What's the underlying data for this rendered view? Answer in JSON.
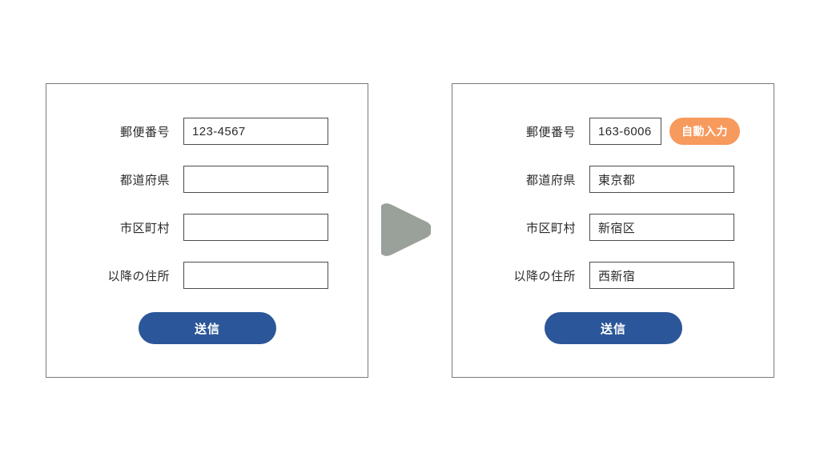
{
  "panels": [
    {
      "name": "before",
      "fields": [
        {
          "label": "郵便番号",
          "value": "123-4567"
        },
        {
          "label": "都道府県",
          "value": ""
        },
        {
          "label": "市区町村",
          "value": ""
        },
        {
          "label": "以降の住所",
          "value": ""
        }
      ],
      "submit_label": "送信",
      "badge": null
    },
    {
      "name": "after",
      "fields": [
        {
          "label": "郵便番号",
          "value": "163-6006"
        },
        {
          "label": "都道府県",
          "value": "東京都"
        },
        {
          "label": "市区町村",
          "value": "新宿区"
        },
        {
          "label": "以降の住所",
          "value": "西新宿"
        }
      ],
      "submit_label": "送信",
      "badge": "自動入力"
    }
  ],
  "arrow": {
    "icon": "play-triangle-right-icon",
    "color": "#9aa09a"
  },
  "colors": {
    "submit_button": "#2b5699",
    "badge": "#f79a5d",
    "panel_border": "#7a7a7a",
    "input_border": "#4d4d4d",
    "text": "#2b2b2b",
    "background": "#ffffff"
  }
}
